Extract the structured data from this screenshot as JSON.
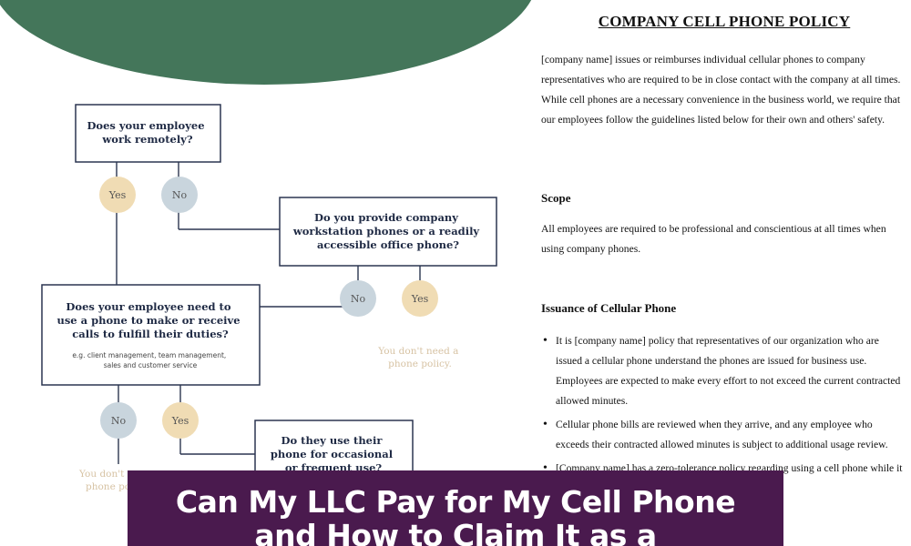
{
  "flowchart": {
    "q1": [
      "Does your employee",
      "work remotely?"
    ],
    "q2": [
      "Do you provide company",
      "workstation phones or a readily",
      "accessible office phone?"
    ],
    "q3": [
      "Does your employee need to",
      "use a phone to make or receive",
      "calls to fulfill their duties?"
    ],
    "q3_note": [
      "e.g. client management, team management,",
      "sales and customer service"
    ],
    "q4": [
      "Do they use their",
      "phone for occasional",
      "or frequent use?"
    ],
    "yes": "Yes",
    "no": "No",
    "no_policy_1": [
      "You don't need a",
      "phone policy."
    ],
    "no_policy_2": [
      "You don't n",
      "phone po"
    ],
    "colors": {
      "header_green": "#44765a",
      "box_border": "#2b3550",
      "question_text": "#1f2a44",
      "yes_fill": "#f0dcb4",
      "no_fill": "#c9d5dd",
      "line": "#2b3550",
      "muted_text": "#d7c3a4"
    }
  },
  "doc": {
    "title": "COMPANY CELL PHONE POLICY",
    "intro": "[company name] issues or reimburses individual cellular phones to company representatives who are required to be in close contact with the company at all times. While cell phones are a necessary convenience in the business world, we require that our employees follow the guidelines listed below for their own and others' safety.",
    "scope_heading": "Scope",
    "scope_text": "All employees are required to be professional and conscientious at all times when using company phones.",
    "issuance_heading": "Issuance of Cellular Phone",
    "bullets": [
      "It is [company name] policy that representatives of our organization who are issued a cellular phone understand the phones are issued for business use. Employees are expected to make every effort to not exceed the current contracted allowed minutes.",
      "Cellular phone bills are reviewed when they arrive, and any employee who exceeds their contracted allowed minutes is subject to additional usage review.",
      "[Company name] has a zero-tolerance policy regarding using a cell phone while it is imperative that you or converse on the cell"
    ]
  },
  "banner": {
    "title_line1": "Can My LLC Pay for My Cell Phone",
    "title_line2": "and How to Claim It as a",
    "bg_color": "#4a1a4e"
  }
}
